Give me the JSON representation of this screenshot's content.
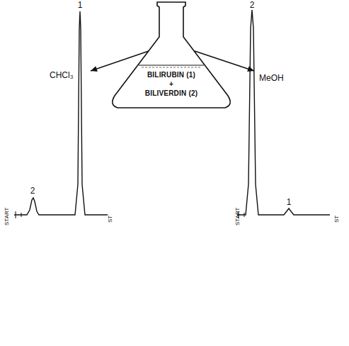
{
  "diagram": {
    "nodes": [
      {
        "text": [
          "BILIRUBIN (1)",
          "+",
          "BILIVERDIN (2)"
        ]
      },
      {
        "text": [
          "2",
          "1",
          "START",
          "ST"
        ]
      },
      {
        "text": [
          "2",
          "1",
          "START",
          "ST"
        ]
      }
    ],
    "edges": [
      {
        "from": 0,
        "to": 1,
        "label": "CHCl₃",
        "arrow": "to"
      },
      {
        "from": 0,
        "to": 2,
        "label": "MeOH",
        "arrow": "to"
      }
    ]
  }
}
